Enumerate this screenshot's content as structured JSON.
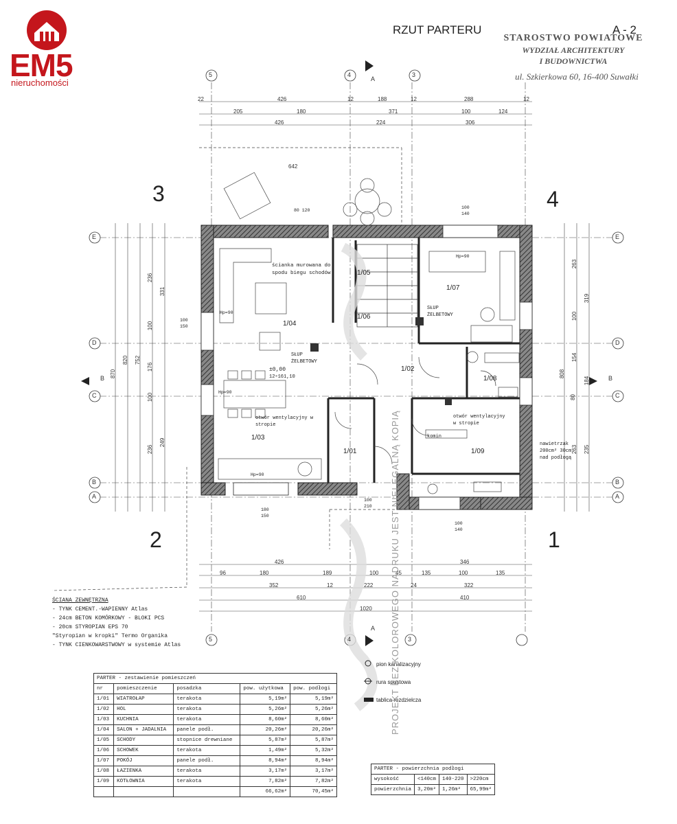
{
  "logo": {
    "brand": "EM5",
    "tagline": "nieruchomości",
    "color": "#c4161c",
    "icon": "house-icon"
  },
  "header": {
    "title": "RZUT PARTERU",
    "sheet": "A - 2"
  },
  "stamp": {
    "line1": "STAROSTWO POWIATOWE",
    "line2": "WYDZIAŁ ARCHITEKTURY",
    "line3": "I BUDOWNICTWA",
    "line4": "ul. Szkierkowa 60, 16-400 Suwałki"
  },
  "quadrants": [
    "1",
    "2",
    "3",
    "4"
  ],
  "axes": {
    "columns": [
      "5",
      "4",
      "3"
    ],
    "rows": [
      "E",
      "D",
      "C",
      "B",
      "A"
    ],
    "section_marks": [
      "A",
      "B"
    ]
  },
  "top_dims": {
    "row1": [
      "22",
      "426",
      "12",
      "188",
      "12",
      "288",
      "12"
    ],
    "row2": [
      "205",
      "180",
      "371",
      "100",
      "124"
    ],
    "row3": [
      "426",
      "224",
      "306"
    ]
  },
  "bottom_dims": {
    "row1": [
      "426",
      "346"
    ],
    "row2": [
      "96",
      "180",
      "189",
      "100",
      "45",
      "135",
      "100",
      "135"
    ],
    "row3": [
      "352",
      "12",
      "222",
      "24",
      "322"
    ],
    "row4": [
      "610",
      "410"
    ],
    "row5": [
      "1020"
    ]
  },
  "left_dims": [
    "870",
    "820",
    "752",
    "331",
    "236",
    "100",
    "176",
    "100",
    "236",
    "249"
  ],
  "right_dims": [
    "808",
    "319",
    "263",
    "100",
    "154",
    "184",
    "80",
    "263",
    "235"
  ],
  "rooms": [
    {
      "id": "1/01",
      "name": "WIATROŁAP",
      "floor": "terakota",
      "usable": "5,19m²",
      "floor_area": "5,19m²"
    },
    {
      "id": "1/02",
      "name": "HOL",
      "floor": "terakota",
      "usable": "5,26m²",
      "floor_area": "5,26m²"
    },
    {
      "id": "1/03",
      "name": "KUCHNIA",
      "floor": "terakota",
      "usable": "8,60m²",
      "floor_area": "8,60m²"
    },
    {
      "id": "1/04",
      "name": "SALON + JADALNIA",
      "floor": "panele podł.",
      "usable": "20,26m²",
      "floor_area": "20,26m²"
    },
    {
      "id": "1/05",
      "name": "SCHODY",
      "floor": "stopnice drewniane",
      "usable": "5,87m²",
      "floor_area": "5,87m²"
    },
    {
      "id": "1/06",
      "name": "SCHOWEK",
      "floor": "terakota",
      "usable": "1,49m²",
      "floor_area": "5,32m²"
    },
    {
      "id": "1/07",
      "name": "POKÓJ",
      "floor": "panele podł.",
      "usable": "8,94m²",
      "floor_area": "8,94m²"
    },
    {
      "id": "1/08",
      "name": "ŁAZIENKA",
      "floor": "terakota",
      "usable": "3,17m²",
      "floor_area": "3,17m²"
    },
    {
      "id": "1/09",
      "name": "KOTŁOWNIA",
      "floor": "terakota",
      "usable": "7,82m²",
      "floor_area": "7,82m²"
    }
  ],
  "rooms_table": {
    "title": "PARTER - zestawienie pomieszczeń",
    "headers": [
      "nr",
      "pomieszczenie",
      "posadzka",
      "pow. użytkowa",
      "pow. podłogi"
    ],
    "total_usable": "66,62m²",
    "total_floor": "70,45m²"
  },
  "area_table": {
    "title": "PARTER - powierzchnia podłogi",
    "headers": [
      "wysokość",
      "<140cm",
      "140-220",
      ">220cm"
    ],
    "row_label": "powierzchnia",
    "values": [
      "3,20m²",
      "1,26m²",
      "65,99m²"
    ]
  },
  "wall_notes": {
    "title": "ŚCIANA ZEWNĘTRZNA",
    "lines": [
      "- TYNK CEMENT.-WAPIENNY Atlas",
      "- 24cm BETON KOMÓRKOWY - BLOKI PCS",
      "- 20cm STYROPIAN EPS 70",
      "  \"Styropian w kropki\" Termo Organika",
      "- TYNK CIENKOWARSTWOWY w systemie Atlas"
    ]
  },
  "legend": [
    {
      "icon": "sewer-riser-icon",
      "label": "pion kanalizacyjny"
    },
    {
      "icon": "downpipe-icon",
      "label": "rura spustowa"
    },
    {
      "icon": "electric-panel-icon",
      "label": "tablica rozdzielcza"
    }
  ],
  "annotations": {
    "stair_wall": "ścianka murowana do spodu biegu schodów",
    "pillar_left": "SŁUP ŻELBETOWY",
    "pillar_right": "SŁUP ŻELBETOWY",
    "vent1": "otwór wentylacyjny w stropie",
    "vent2": "otwór wentylacyjny w stropie",
    "level": "±0,00",
    "level2": "12÷161,10",
    "heater": "nawietrzak 200cm² 30cm nad podłogą",
    "chimney": "komin",
    "window_left_e": "100 150",
    "window_bot": "180 150",
    "window_bot2": "100 140",
    "door_bot": "100 210",
    "window_top": "100 140",
    "window_top2": "80 120",
    "sill": "Hp=90",
    "dim_642": "642"
  },
  "watermark": "PROJEKT BEZ KOLOROWEGO NADRUKU JEST NIELEGALNĄ KOPIĄ"
}
